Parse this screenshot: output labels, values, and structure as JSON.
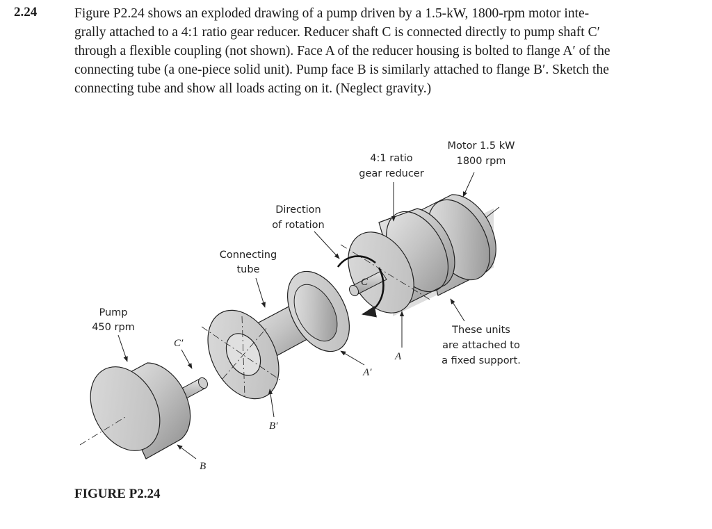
{
  "problem": {
    "number": "2.24",
    "lines": [
      "Figure P2.24 shows an exploded drawing of a pump driven by a 1.5-kW, 1800-rpm motor inte-",
      "grally attached to a 4:1 ratio gear reducer. Reducer shaft C is connected directly to pump shaft C′",
      "through a flexible coupling (not shown). Face A of the reducer housing is bolted to flange A′ of the",
      "connecting tube (a one-piece solid unit). Pump face B is similarly attached to flange B′. Sketch the",
      "connecting tube and show all loads acting on it. (Neglect gravity.)"
    ]
  },
  "figure": {
    "caption": "FIGURE P2.24",
    "labels": {
      "motor_line1": "Motor 1.5 kW",
      "motor_line2": "1800 rpm",
      "reducer_line1": "4:1 ratio",
      "reducer_line2": "gear reducer",
      "rotation_line1": "Direction",
      "rotation_line2": "of rotation",
      "tube_line1": "Connecting",
      "tube_line2": "tube",
      "pump_line1": "Pump",
      "pump_line2": "450 rpm",
      "support_line1": "These units",
      "support_line2": "are attached to",
      "support_line3": "a fixed support.",
      "C_prime": "C′",
      "C": "C",
      "A": "A",
      "A_prime": "A′",
      "B_prime": "B′",
      "B": "B"
    }
  }
}
